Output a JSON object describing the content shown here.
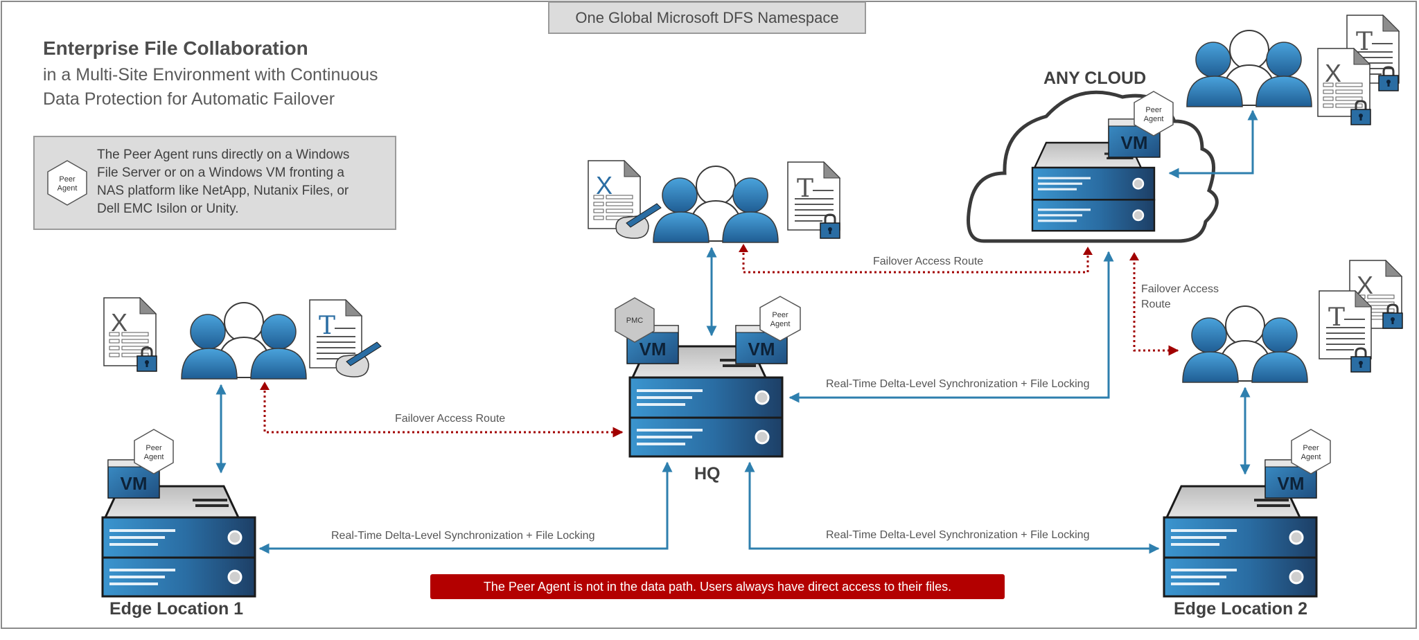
{
  "namespace_label": "One Global Microsoft DFS Namespace",
  "heading": {
    "title": "Enterprise File Collaboration",
    "subtitle_line1": "in a Multi-Site Environment with Continuous",
    "subtitle_line2": "Data Protection for Automatic Failover"
  },
  "info_box": {
    "badge": [
      "Peer",
      "Agent"
    ],
    "lines": [
      "The Peer Agent runs directly on a Windows",
      "File Server or on a Windows VM fronting a",
      "NAS platform like NetApp, Nutanix Files, or",
      "Dell EMC Isilon or Unity."
    ]
  },
  "badges": {
    "peer_agent": [
      "Peer",
      "Agent"
    ],
    "pmc": "PMC",
    "vm": "VM"
  },
  "locations": {
    "hq": "HQ",
    "cloud": "ANY CLOUD",
    "edge1": "Edge Location 1",
    "edge2": "Edge Location 2"
  },
  "routes": {
    "failover": "Failover Access Route",
    "failover_line1": "Failover Access",
    "failover_line2": "Route",
    "sync": "Real-Time Delta-Level Synchronization + File Locking"
  },
  "doc_letters": {
    "excel": "X",
    "text": "T"
  },
  "notice": "The Peer Agent is not in the data path. Users always have direct access to their files.",
  "colors": {
    "sync_arrow": "#2e7fae",
    "failover_arrow": "#a10000",
    "server_blue": "#2a6da3",
    "notice_bg": "#b30000"
  }
}
